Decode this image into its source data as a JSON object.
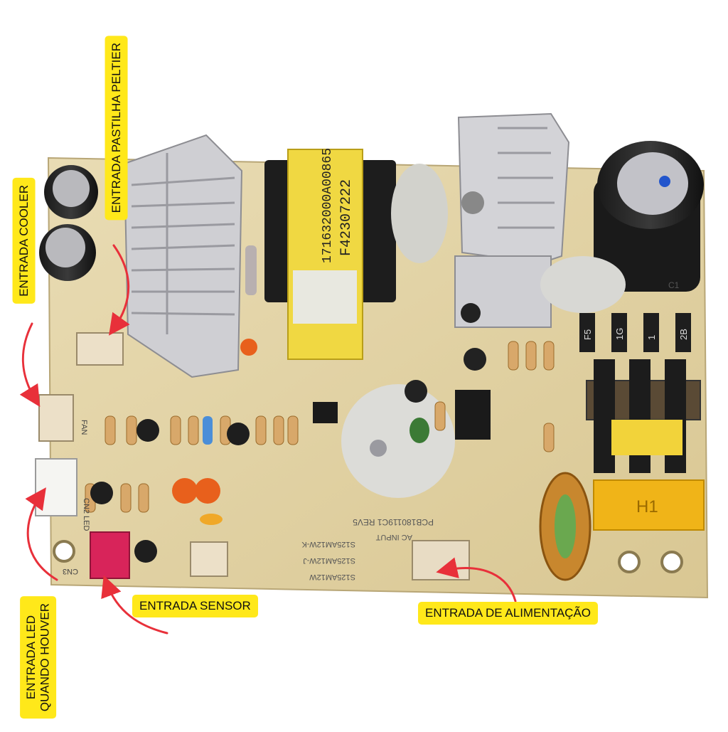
{
  "colors": {
    "label_bg": "#ffe81a",
    "arrow": "#e8303a",
    "pcb": "#e3d4a6",
    "heatsink": "#c8c8cc",
    "transformer_yellow": "#f2d33a"
  },
  "labels": {
    "peltier": "ENTRADA PASTILHA PELTIER",
    "cooler": "ENTRADA COOLER",
    "led_line1": "ENTRADA LED",
    "led_line2": "QUANDO HOUVER",
    "sensor": "ENTRADA SENSOR",
    "power": "ENTRADA DE ALIMENTAÇÃO"
  },
  "board_print": {
    "transformer_code_1": "171632000A00865",
    "transformer_code_2": "F42307222",
    "cap_label_1": "C1",
    "diode_1": "F5",
    "diode_2": "1G",
    "diode_3": "1",
    "diode_4": "2B",
    "model_1": "S125AM12W-K",
    "model_2": "S125AM12W-J",
    "model_3": "S125AM12W",
    "pcb_id": "PCB180119C1 REV5",
    "ac_input": "AC INPUT",
    "cn_fan": "FAN",
    "cn_led": "CN2 LED",
    "cn_sensor": "CN3",
    "cap_h1": "H1"
  }
}
